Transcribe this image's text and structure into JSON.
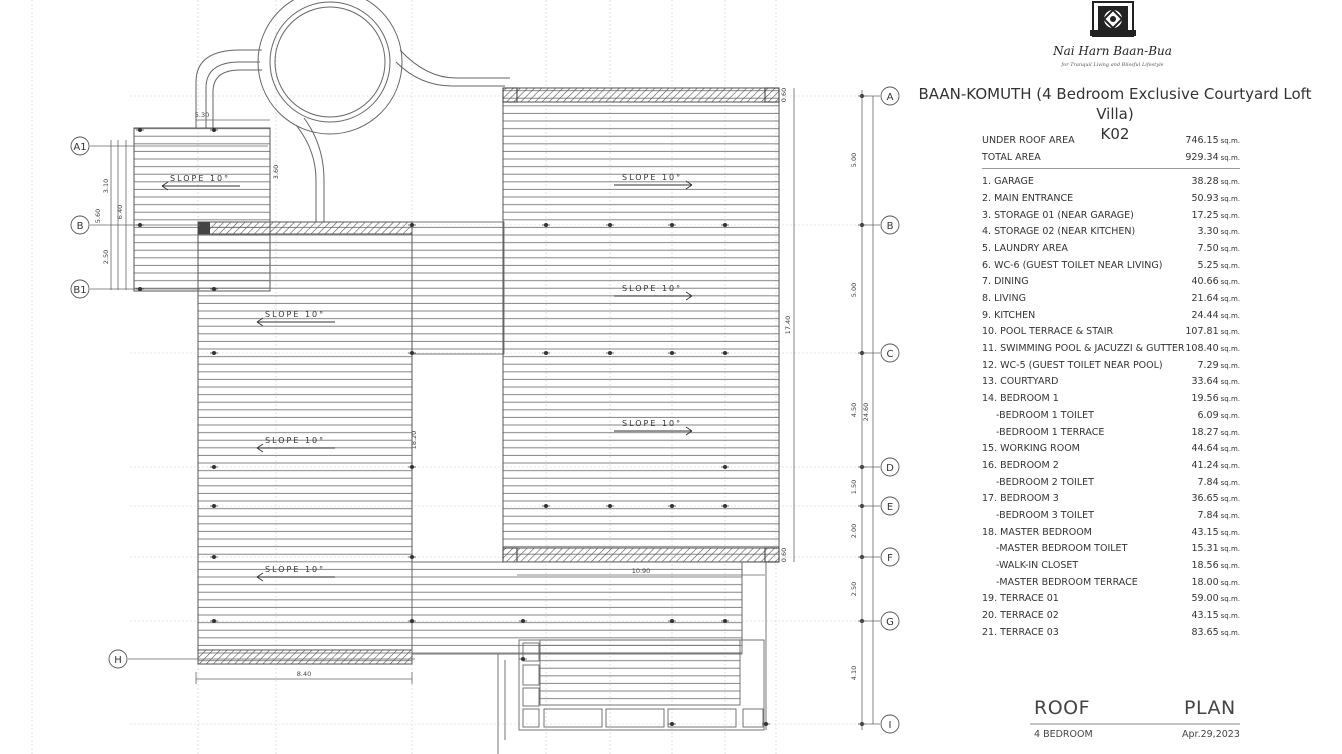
{
  "logo": {
    "name": "Nai Harn Baan-Bua",
    "tagline": "for Tranquil Living and Blissful Lifestyle"
  },
  "project": {
    "title": "BAAN-KOMUTH (4 Bedroom Exclusive Courtyard Loft Villa)",
    "code": "K02"
  },
  "summary": [
    {
      "name": "UNDER ROOF AREA",
      "value": "746.15",
      "unit": "sq.m."
    },
    {
      "name": "TOTAL AREA",
      "value": "929.34",
      "unit": "sq.m."
    }
  ],
  "rooms": [
    {
      "name": "1. GARAGE",
      "value": "38.28",
      "unit": "sq.m.",
      "sub": false
    },
    {
      "name": "2. MAIN ENTRANCE",
      "value": "50.93",
      "unit": "sq.m.",
      "sub": false
    },
    {
      "name": "3. STORAGE 01  (NEAR GARAGE)",
      "value": "17.25",
      "unit": "sq.m.",
      "sub": false
    },
    {
      "name": "4. STORAGE 02 (NEAR KITCHEN)",
      "value": "3.30",
      "unit": "sq.m.",
      "sub": false
    },
    {
      "name": "5. LAUNDRY AREA",
      "value": "7.50",
      "unit": "sq.m.",
      "sub": false
    },
    {
      "name": "6. WC-6 (GUEST TOILET NEAR LIVING)",
      "value": "5.25",
      "unit": "sq.m.",
      "sub": false
    },
    {
      "name": "7. DINING",
      "value": "40.66",
      "unit": "sq.m.",
      "sub": false
    },
    {
      "name": "8. LIVING",
      "value": "21.64",
      "unit": "sq.m.",
      "sub": false
    },
    {
      "name": "9. KITCHEN",
      "value": "24.44",
      "unit": "sq.m.",
      "sub": false
    },
    {
      "name": "10. POOL TERRACE & STAIR",
      "value": "107.81",
      "unit": "sq.m.",
      "sub": false
    },
    {
      "name": "11. SWIMMING POOL & JACUZZI & GUTTER",
      "value": "108.40",
      "unit": "sq.m.",
      "sub": false
    },
    {
      "name": "12. WC-5 (GUEST TOILET NEAR POOL)",
      "value": "7.29",
      "unit": "sq.m.",
      "sub": false
    },
    {
      "name": "13. COURTYARD",
      "value": "33.64",
      "unit": "sq.m.",
      "sub": false
    },
    {
      "name": "14. BEDROOM 1",
      "value": "19.56",
      "unit": "sq.m.",
      "sub": false
    },
    {
      "name": "-BEDROOM 1 TOILET",
      "value": "6.09",
      "unit": "sq.m.",
      "sub": true
    },
    {
      "name": "-BEDROOM 1 TERRACE",
      "value": "18.27",
      "unit": "sq.m.",
      "sub": true
    },
    {
      "name": "15. WORKING ROOM",
      "value": "44.64",
      "unit": "sq.m.",
      "sub": false
    },
    {
      "name": "16. BEDROOM 2",
      "value": "41.24",
      "unit": "sq.m.",
      "sub": false
    },
    {
      "name": "-BEDROOM 2 TOILET",
      "value": "7.84",
      "unit": "sq.m.",
      "sub": true
    },
    {
      "name": "17. BEDROOM 3",
      "value": "36.65",
      "unit": "sq.m.",
      "sub": false
    },
    {
      "name": "-BEDROOM 3 TOILET",
      "value": "7.84",
      "unit": "sq.m.",
      "sub": true
    },
    {
      "name": "18. MASTER BEDROOM",
      "value": "43.15",
      "unit": "sq.m.",
      "sub": false
    },
    {
      "name": "-MASTER BEDROOM  TOILET",
      "value": "15.31",
      "unit": "sq.m.",
      "sub": true
    },
    {
      "name": "-WALK-IN CLOSET",
      "value": "18.56",
      "unit": "sq.m.",
      "sub": true
    },
    {
      "name": "-MASTER BEDROOM TERRACE",
      "value": "18.00",
      "unit": "sq.m.",
      "sub": true
    },
    {
      "name": "19. TERRACE 01",
      "value": "59.00",
      "unit": "sq.m.",
      "sub": false
    },
    {
      "name": "20. TERRACE 02",
      "value": "43.15",
      "unit": "sq.m.",
      "sub": false
    },
    {
      "name": "21. TERRACE 03",
      "value": "83.65",
      "unit": "sq.m.",
      "sub": false
    }
  ],
  "footer": {
    "left_title": "ROOF",
    "right_title": "PLAN",
    "left_sub": "4 BEDROOM",
    "right_sub": "Apr.29,2023"
  },
  "drawing": {
    "grid_right": [
      "A",
      "B",
      "C",
      "D",
      "E",
      "F",
      "G",
      "I"
    ],
    "grid_left": [
      "A1",
      "B",
      "B1",
      "H"
    ],
    "slope_label": "SLOPE 10°",
    "dims_right": [
      "5.00",
      "5.00",
      "4.50",
      "1.50",
      "2.00",
      "2.50",
      "4.10"
    ],
    "dim_total_right": "24.60",
    "dim_right_roof": "17.40",
    "dims_left": [
      "3.10",
      "2.50"
    ],
    "dim_left_total": "5.60",
    "dim_left_inner": "6.40",
    "dim_top_small": "5.30",
    "dim_small_right": "3.60",
    "dim_mid": "18.20",
    "dim_bottom_left": "8.40",
    "dim_bottom_mid": "10.90",
    "dim_tiny_top": "0.60",
    "dim_tiny_bottom": "0.60"
  },
  "colors": {
    "line": "#555555",
    "hatch": "#888888",
    "text": "#333333"
  }
}
